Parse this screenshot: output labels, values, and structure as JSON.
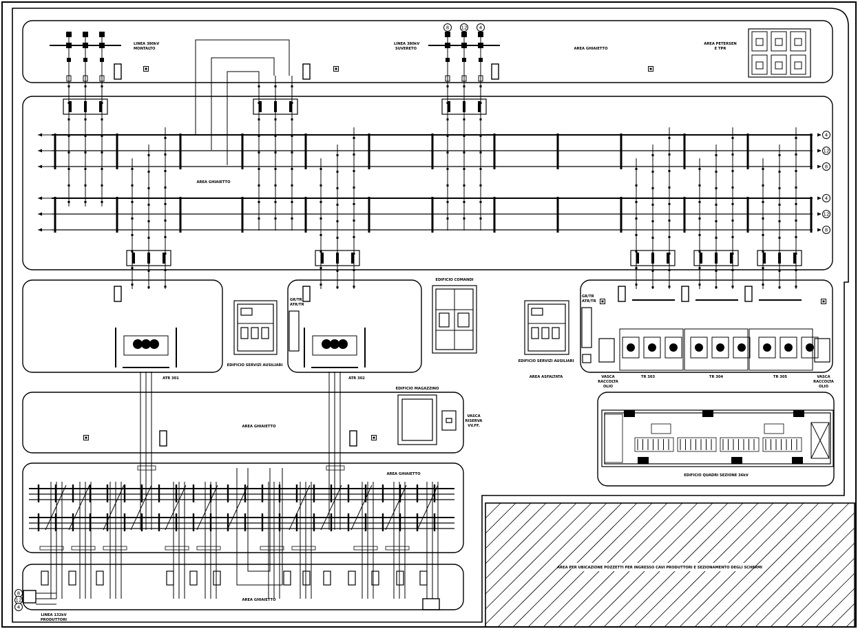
{
  "labels": {
    "linea_montalto": [
      "LINEA 380kV",
      "MONTALTO"
    ],
    "linea_suvereto": [
      "LINEA 380kV",
      "SUVERETO"
    ],
    "area_petersen": [
      "AREA PETERSEN",
      "E TPR"
    ],
    "area_ghiaietto": "AREA GHIAIETTO",
    "edificio_comandi": "EDIFICIO COMANDI",
    "edificio_servizi_ausiliari": "EDIFICIO SERVIZI AUSILIARI",
    "area_asfaltata": "AREA ASFALTATA",
    "atr_301": "ATR 301",
    "atr_302": "ATR 302",
    "edificio_magazzino": "EDIFICIO MAGAZZINO",
    "vasca_riserva": [
      "VASCA",
      "RISERVA",
      "VV.FF."
    ],
    "vasca_raccolta": [
      "VASCA",
      "RACCOLTA",
      "OLIO"
    ],
    "tr_303": "TR 303",
    "tr_304": "TR 304",
    "tr_305": "TR 305",
    "edificio_quadri": "EDIFICIO QUADRI SEZIONE 36kV",
    "linea_132kv": [
      "LINEA 132kV",
      "PRODUTTORI"
    ],
    "area_pozzetti": "AREA PER UBICAZIONE POZZETTI PER INGRESSO CAVI PRODUTTORI E SEZIONAMENTO DEGLI SCHERMI",
    "gr_tr": [
      "GR/TR",
      "ATR/TR"
    ]
  },
  "bus_markers_right": [
    "4",
    "12",
    "8",
    "4",
    "12",
    "8"
  ],
  "top_markers": [
    "8",
    "12",
    "4"
  ],
  "left_markers": [
    "8",
    "12",
    "4"
  ]
}
